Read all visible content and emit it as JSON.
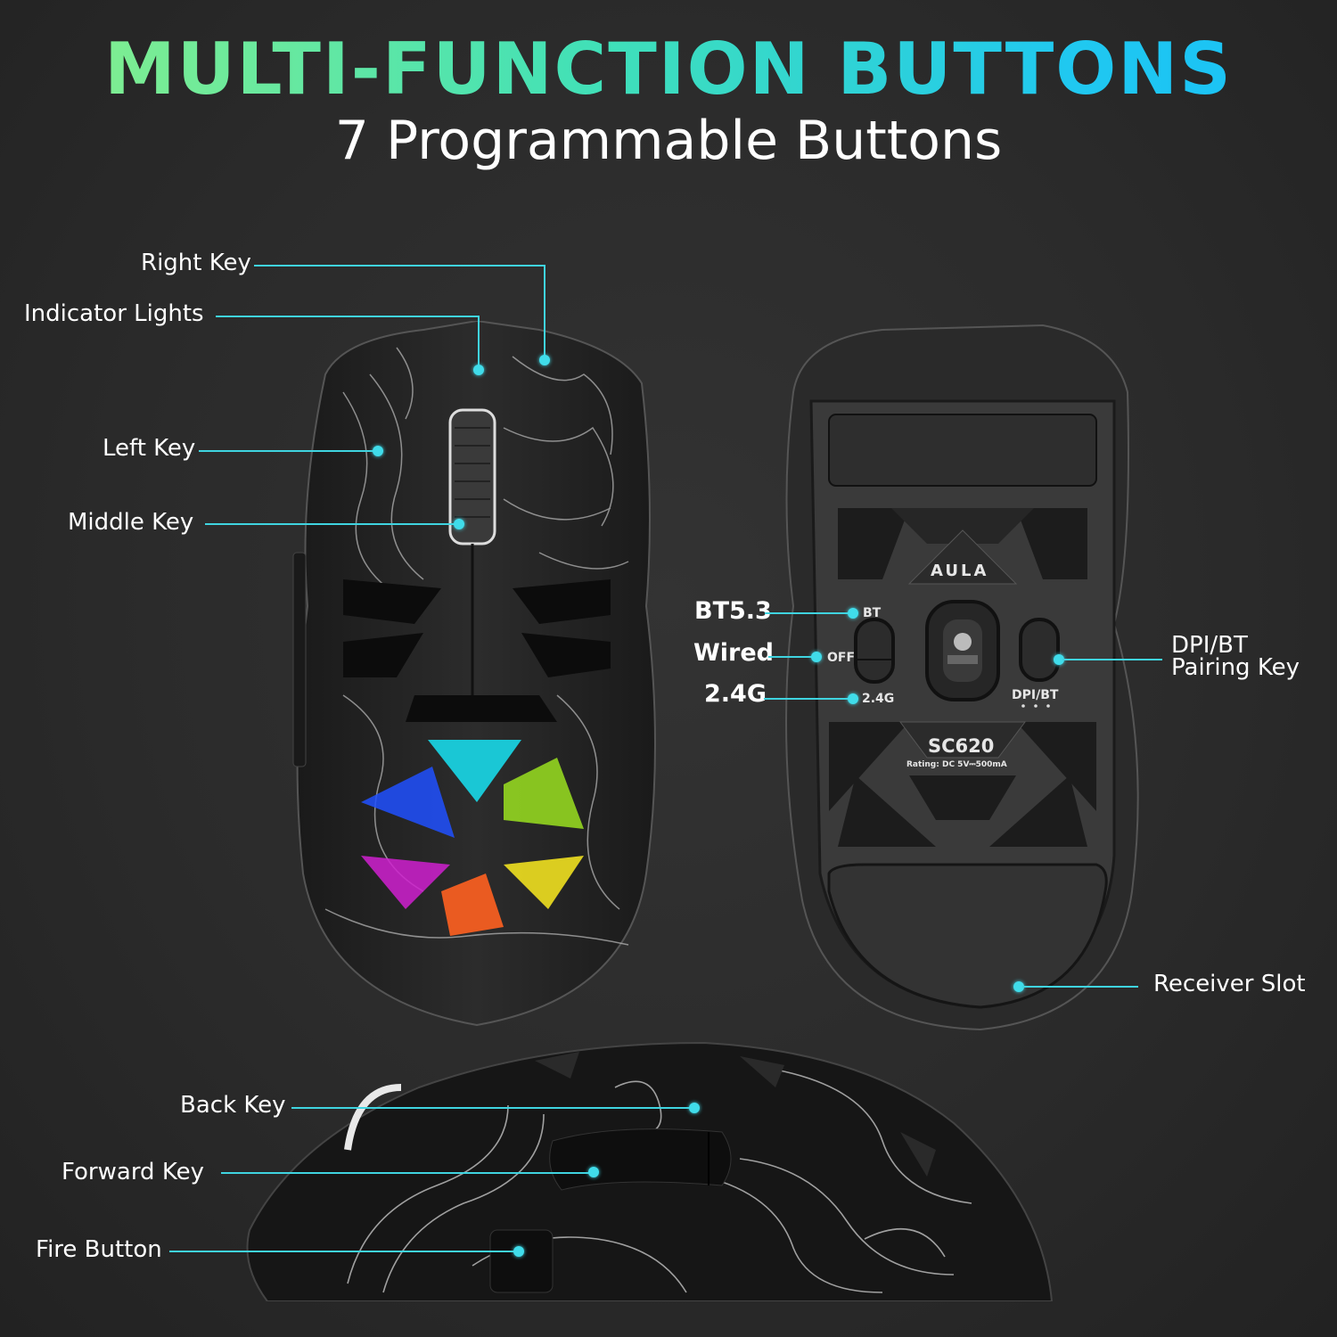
{
  "header": {
    "title": "MULTI-FUNCTION BUTTONS",
    "subtitle": "7 Programmable Buttons"
  },
  "colors": {
    "accent_line": "#3fd4e0",
    "title_gradient_start": "#8af08a",
    "title_gradient_end": "#18c0f8",
    "background": "#2b2b2b"
  },
  "top_view": {
    "labels": [
      {
        "id": "right-key",
        "text": "Right Key"
      },
      {
        "id": "indicator-lights",
        "text": "Indicator Lights"
      },
      {
        "id": "left-key",
        "text": "Left Key"
      },
      {
        "id": "middle-key",
        "text": "Middle Key"
      }
    ]
  },
  "bottom_view": {
    "labels": [
      {
        "id": "bt53",
        "text": "BT5.3"
      },
      {
        "id": "wired",
        "text": "Wired"
      },
      {
        "id": "24g",
        "text": "2.4G"
      },
      {
        "id": "dpi-bt-pairing",
        "text": "DPI/BT\nPairing Key"
      },
      {
        "id": "receiver-slot",
        "text": "Receiver Slot"
      }
    ],
    "dpi_line1": "DPI/BT",
    "dpi_line2": "Pairing Key",
    "switch_marks": {
      "bt": "BT",
      "off": "OFF",
      "g24": "2.4G"
    },
    "dpi_button_mark": "DPI/BT",
    "brand": "AULA",
    "model": "SC620",
    "rating": "Rating: DC 5V⎓500mA"
  },
  "side_view": {
    "labels": [
      {
        "id": "back-key",
        "text": "Back Key"
      },
      {
        "id": "forward-key",
        "text": "Forward Key"
      },
      {
        "id": "fire-button",
        "text": "Fire Button"
      }
    ]
  }
}
